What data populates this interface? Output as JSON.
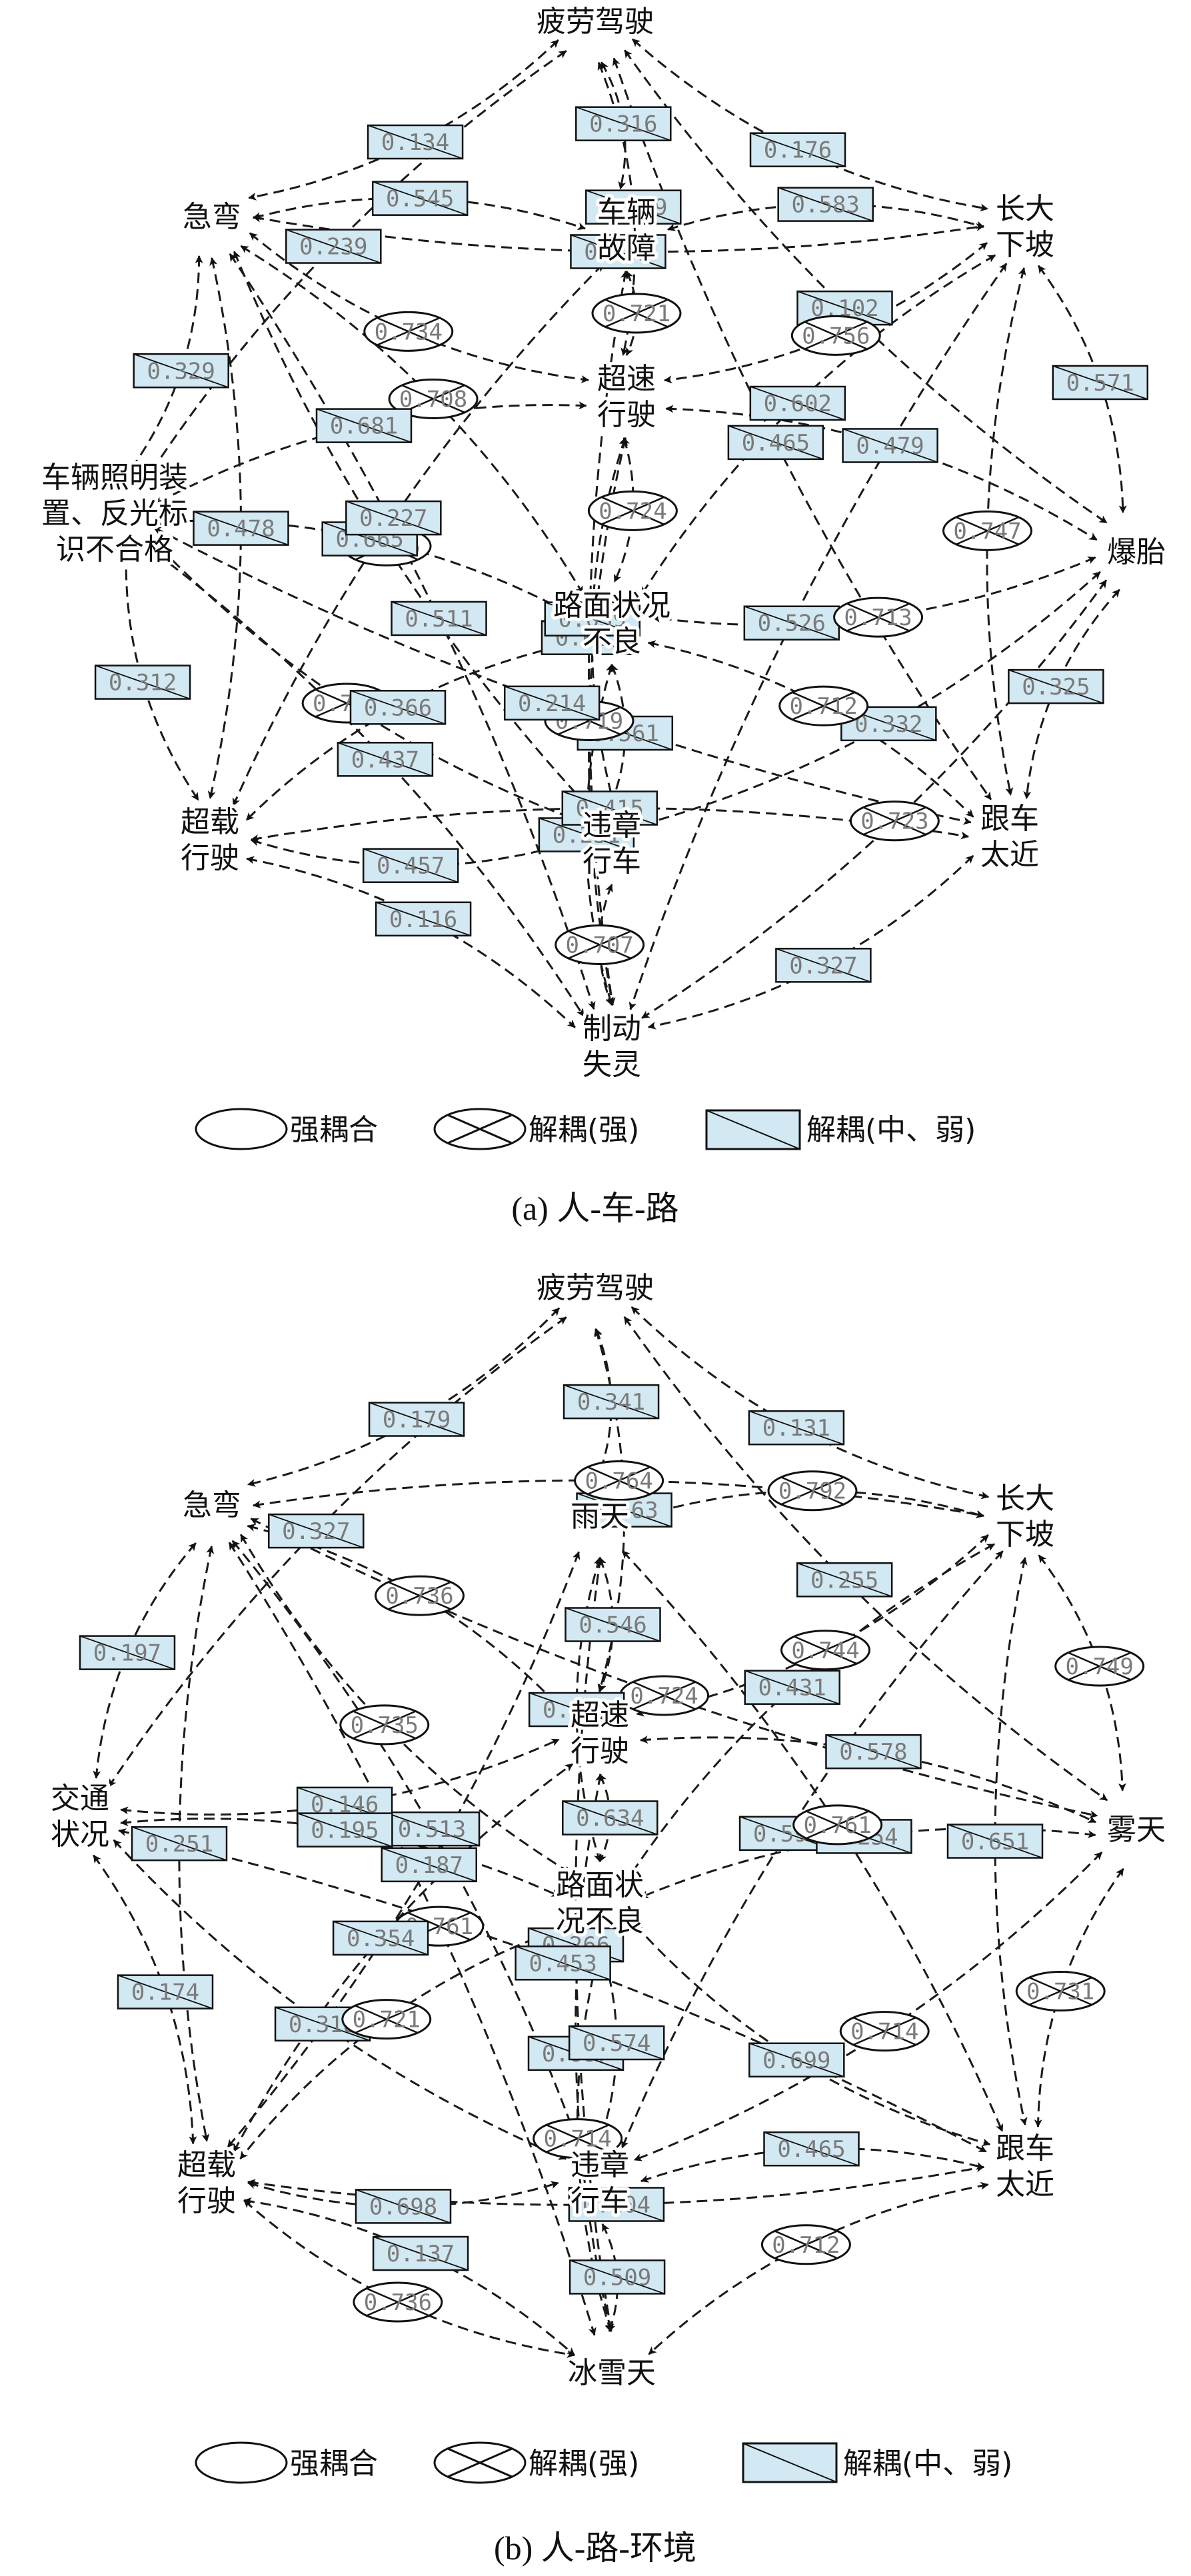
{
  "legend": {
    "strong_coupling": "强耦合",
    "decoupling_strong": "解耦(强)",
    "decoupling_mid_weak": "解耦(中、弱)"
  },
  "panels": [
    {
      "caption": "(a) 人-车-路",
      "nodes": [
        {
          "id": "fatigue",
          "lines": [
            "疲劳驾驶"
          ]
        },
        {
          "id": "curve",
          "lines": [
            "急弯"
          ]
        },
        {
          "id": "vehicle_fault",
          "lines": [
            "车辆",
            "故障"
          ]
        },
        {
          "id": "slope",
          "lines": [
            "长大",
            "下坡"
          ]
        },
        {
          "id": "lighting",
          "lines": [
            "车辆照明装",
            "置、反光标",
            "识不合格"
          ]
        },
        {
          "id": "speeding",
          "lines": [
            "超速",
            "行驶"
          ]
        },
        {
          "id": "blowout",
          "lines": [
            "爆胎"
          ]
        },
        {
          "id": "road",
          "lines": [
            "路面状况",
            "不良"
          ]
        },
        {
          "id": "overload",
          "lines": [
            "超载",
            "行驶"
          ]
        },
        {
          "id": "violation",
          "lines": [
            "违章",
            "行车"
          ]
        },
        {
          "id": "tailgating",
          "lines": [
            "跟车",
            "太近"
          ]
        },
        {
          "id": "brake",
          "lines": [
            "制动",
            "失灵"
          ]
        }
      ],
      "edges": [
        {
          "a": "fatigue",
          "b": "curve",
          "value": "0.134",
          "kind": "weak"
        },
        {
          "a": "fatigue",
          "b": "slope",
          "value": "0.176",
          "kind": "weak"
        },
        {
          "a": "fatigue",
          "b": "vehicle_fault",
          "value": "0.316",
          "kind": "weak"
        },
        {
          "a": "fatigue",
          "b": "lighting",
          "value": "0.239",
          "kind": "weak"
        },
        {
          "a": "fatigue",
          "b": "speeding",
          "value": "0.129",
          "kind": "weak"
        },
        {
          "a": "fatigue",
          "b": "blowout",
          "value": "0.102",
          "kind": "weak"
        },
        {
          "a": "curve",
          "b": "vehicle_fault",
          "value": "0.545",
          "kind": "weak"
        },
        {
          "a": "curve",
          "b": "slope",
          "value": "0.533",
          "kind": "weak"
        },
        {
          "a": "vehicle_fault",
          "b": "slope",
          "value": "0.583",
          "kind": "weak"
        },
        {
          "a": "fatigue",
          "b": "tailgating",
          "value": "0.465",
          "kind": "weak"
        },
        {
          "a": "curve",
          "b": "lighting",
          "value": "0.329",
          "kind": "weak"
        },
        {
          "a": "curve",
          "b": "speeding",
          "value": "0.734",
          "kind": "strong"
        },
        {
          "a": "curve",
          "b": "road",
          "value": "0.708",
          "kind": "strong"
        },
        {
          "a": "curve",
          "b": "violation",
          "value": "0.715",
          "kind": "strong"
        },
        {
          "a": "vehicle_fault",
          "b": "speeding",
          "value": "0.721",
          "kind": "strong"
        },
        {
          "a": "vehicle_fault",
          "b": "brake",
          "value": "0.661",
          "kind": "weak"
        },
        {
          "a": "slope",
          "b": "speeding",
          "value": "0.756",
          "kind": "strong"
        },
        {
          "a": "slope",
          "b": "road",
          "value": "0.602",
          "kind": "weak"
        },
        {
          "a": "slope",
          "b": "blowout",
          "value": "0.571",
          "kind": "weak"
        },
        {
          "a": "slope",
          "b": "brake",
          "value": "0.526",
          "kind": "weak"
        },
        {
          "a": "speeding",
          "b": "blowout",
          "value": "0.479",
          "kind": "weak"
        },
        {
          "a": "speeding",
          "b": "lighting",
          "value": "0.681",
          "kind": "weak"
        },
        {
          "a": "speeding",
          "b": "road",
          "value": "0.724",
          "kind": "strong"
        },
        {
          "a": "speeding",
          "b": "violation",
          "value": "0.639",
          "kind": "weak"
        },
        {
          "a": "lighting",
          "b": "road",
          "value": "0.665",
          "kind": "weak"
        },
        {
          "a": "lighting",
          "b": "violation",
          "value": "0.792",
          "kind": "strong"
        },
        {
          "a": "lighting",
          "b": "brake",
          "value": "0.437",
          "kind": "weak"
        },
        {
          "a": "lighting",
          "b": "overload",
          "value": "0.312",
          "kind": "weak"
        },
        {
          "a": "curve",
          "b": "overload",
          "value": "0.478",
          "kind": "weak"
        },
        {
          "a": "vehicle_fault",
          "b": "overload",
          "value": "0.227",
          "kind": "weak"
        },
        {
          "a": "blowout",
          "b": "road",
          "value": "0.713",
          "kind": "strong"
        },
        {
          "a": "blowout",
          "b": "tailgating",
          "value": "0.325",
          "kind": "weak"
        },
        {
          "a": "blowout",
          "b": "violation",
          "value": "0.332",
          "kind": "weak"
        },
        {
          "a": "slope",
          "b": "tailgating",
          "value": "0.747",
          "kind": "strong"
        },
        {
          "a": "curve",
          "b": "brake",
          "value": "0.511",
          "kind": "weak"
        },
        {
          "a": "road",
          "b": "overload",
          "value": "0.366",
          "kind": "weak"
        },
        {
          "a": "road",
          "b": "violation",
          "value": "0.561",
          "kind": "weak"
        },
        {
          "a": "road",
          "b": "brake",
          "value": "0.231",
          "kind": "weak"
        },
        {
          "a": "road",
          "b": "tailgating",
          "value": "0.712",
          "kind": "strong"
        },
        {
          "a": "speeding",
          "b": "brake",
          "value": "0.719",
          "kind": "strong"
        },
        {
          "a": "blowout",
          "b": "brake",
          "value": "0.723",
          "kind": "strong"
        },
        {
          "a": "overload",
          "b": "violation",
          "value": "0.457",
          "kind": "weak"
        },
        {
          "a": "overload",
          "b": "brake",
          "value": "0.116",
          "kind": "weak"
        },
        {
          "a": "violation",
          "b": "brake",
          "value": "0.707",
          "kind": "strong"
        },
        {
          "a": "overload",
          "b": "tailgating",
          "value": "0.415",
          "kind": "weak"
        },
        {
          "a": "lighting",
          "b": "tailgating",
          "value": "0.214",
          "kind": "weak"
        },
        {
          "a": "tailgating",
          "b": "brake",
          "value": "0.327",
          "kind": "weak"
        }
      ]
    },
    {
      "caption": "(b) 人-路-环境",
      "nodes": [
        {
          "id": "fatigue",
          "lines": [
            "疲劳驾驶"
          ]
        },
        {
          "id": "curve",
          "lines": [
            "急弯"
          ]
        },
        {
          "id": "rain",
          "lines": [
            "雨天"
          ]
        },
        {
          "id": "slope",
          "lines": [
            "长大",
            "下坡"
          ]
        },
        {
          "id": "traffic",
          "lines": [
            "交通",
            "状况"
          ]
        },
        {
          "id": "speeding",
          "lines": [
            "超速",
            "行驶"
          ]
        },
        {
          "id": "fog",
          "lines": [
            "雾天"
          ]
        },
        {
          "id": "road",
          "lines": [
            "路面状",
            "况不良"
          ]
        },
        {
          "id": "overload",
          "lines": [
            "超载",
            "行驶"
          ]
        },
        {
          "id": "violation",
          "lines": [
            "违章",
            "行车"
          ]
        },
        {
          "id": "tailgating",
          "lines": [
            "跟车",
            "太近"
          ]
        },
        {
          "id": "snow",
          "lines": [
            "冰雪天"
          ]
        }
      ],
      "edges": [
        {
          "a": "fatigue",
          "b": "curve",
          "value": "0.179",
          "kind": "weak"
        },
        {
          "a": "fatigue",
          "b": "slope",
          "value": "0.131",
          "kind": "weak"
        },
        {
          "a": "fatigue",
          "b": "rain",
          "value": "0.341",
          "kind": "weak"
        },
        {
          "a": "fatigue",
          "b": "traffic",
          "value": "0.327",
          "kind": "weak"
        },
        {
          "a": "fatigue",
          "b": "speeding",
          "value": "0.263",
          "kind": "weak"
        },
        {
          "a": "fatigue",
          "b": "fog",
          "value": "0.255",
          "kind": "weak"
        },
        {
          "a": "curve",
          "b": "slope",
          "value": "0.764",
          "kind": "strong"
        },
        {
          "a": "curve",
          "b": "fog",
          "value": "0.724",
          "kind": "strong"
        },
        {
          "a": "rain",
          "b": "slope",
          "value": "0.792",
          "kind": "strong"
        },
        {
          "a": "curve",
          "b": "traffic",
          "value": "0.197",
          "kind": "weak"
        },
        {
          "a": "rain",
          "b": "overload",
          "value": "0.187",
          "kind": "weak"
        },
        {
          "a": "rain",
          "b": "snow",
          "value": "0.266",
          "kind": "weak"
        },
        {
          "a": "curve",
          "b": "speeding",
          "value": "0.736",
          "kind": "strong"
        },
        {
          "a": "curve",
          "b": "road",
          "value": "0.735",
          "kind": "strong"
        },
        {
          "a": "rain",
          "b": "speeding",
          "value": "0.546",
          "kind": "weak"
        },
        {
          "a": "rain",
          "b": "road",
          "value": "0.587",
          "kind": "weak"
        },
        {
          "a": "slope",
          "b": "speeding",
          "value": "0.744",
          "kind": "strong"
        },
        {
          "a": "slope",
          "b": "road",
          "value": "0.431",
          "kind": "weak"
        },
        {
          "a": "slope",
          "b": "fog",
          "value": "0.749",
          "kind": "strong"
        },
        {
          "a": "slope",
          "b": "tailgating",
          "value": "0.651",
          "kind": "weak"
        },
        {
          "a": "speeding",
          "b": "fog",
          "value": "0.578",
          "kind": "weak"
        },
        {
          "a": "slope",
          "b": "violation",
          "value": "0.594",
          "kind": "weak"
        },
        {
          "a": "curve",
          "b": "violation",
          "value": "0.513",
          "kind": "weak"
        },
        {
          "a": "traffic",
          "b": "speeding",
          "value": "0.146",
          "kind": "weak"
        },
        {
          "a": "traffic",
          "b": "road",
          "value": "0.195",
          "kind": "weak"
        },
        {
          "a": "traffic",
          "b": "violation",
          "value": "0.318",
          "kind": "weak"
        },
        {
          "a": "traffic",
          "b": "overload",
          "value": "0.174",
          "kind": "weak"
        },
        {
          "a": "curve",
          "b": "overload",
          "value": "0.251",
          "kind": "weak"
        },
        {
          "a": "speeding",
          "b": "road",
          "value": "0.634",
          "kind": "weak"
        },
        {
          "a": "speeding",
          "b": "snow",
          "value": "0.687",
          "kind": "weak"
        },
        {
          "a": "curve",
          "b": "snow",
          "value": "0.761",
          "kind": "strong"
        },
        {
          "a": "fog",
          "b": "road",
          "value": "0.254",
          "kind": "weak"
        },
        {
          "a": "fog",
          "b": "violation",
          "value": "0.714",
          "kind": "strong"
        },
        {
          "a": "fog",
          "b": "tailgating",
          "value": "0.731",
          "kind": "strong"
        },
        {
          "a": "traffic",
          "b": "tailgating",
          "value": "0.453",
          "kind": "weak"
        },
        {
          "a": "road",
          "b": "overload",
          "value": "0.721",
          "kind": "strong"
        },
        {
          "a": "road",
          "b": "violation",
          "value": "0.574",
          "kind": "weak"
        },
        {
          "a": "road",
          "b": "tailgating",
          "value": "0.699",
          "kind": "weak"
        },
        {
          "a": "rain",
          "b": "tailgating",
          "value": "0.761",
          "kind": "strong"
        },
        {
          "a": "road",
          "b": "snow",
          "value": "0.714",
          "kind": "strong"
        },
        {
          "a": "overload",
          "b": "speeding",
          "value": "0.354",
          "kind": "weak"
        },
        {
          "a": "overload",
          "b": "snow",
          "value": "0.736",
          "kind": "strong"
        },
        {
          "a": "violation",
          "b": "snow",
          "value": "0.509",
          "kind": "weak"
        },
        {
          "a": "overload",
          "b": "tailgating",
          "value": "0.204",
          "kind": "weak"
        },
        {
          "a": "violation",
          "b": "tailgating",
          "value": "0.465",
          "kind": "weak"
        },
        {
          "a": "overload",
          "b": "violation",
          "value": "0.698",
          "kind": "weak"
        },
        {
          "a": "overload",
          "b": "snow",
          "value": "0.137",
          "kind": "weak"
        },
        {
          "a": "tailgating",
          "b": "snow",
          "value": "0.712",
          "kind": "strong"
        }
      ]
    }
  ]
}
